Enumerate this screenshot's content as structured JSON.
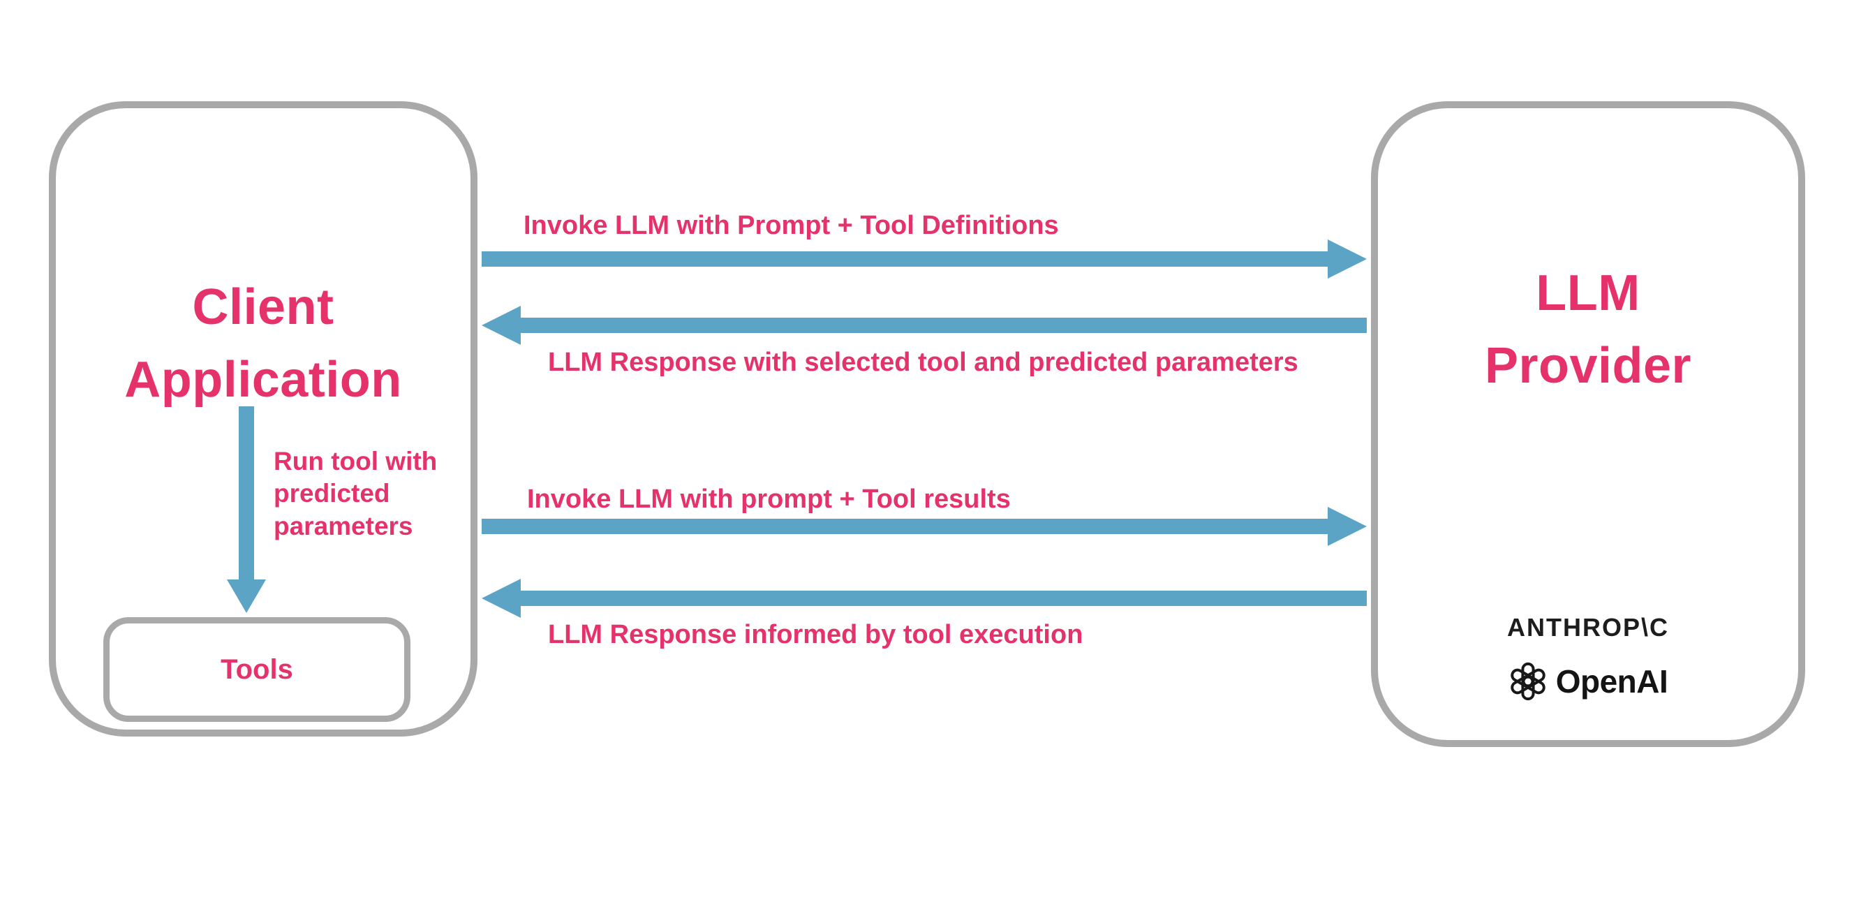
{
  "diagram": {
    "client_box": {
      "title": "Client\nApplication"
    },
    "tools_box": {
      "label": "Tools"
    },
    "provider_box": {
      "title": "LLM\nProvider",
      "anthropic_wordmark": "ANTHROP\\C",
      "openai_wordmark": "OpenAI"
    },
    "run_tool_label": "Run tool with\npredicted\nparameters",
    "arrows": [
      {
        "label": "Invoke LLM with Prompt + Tool Definitions",
        "direction": "right"
      },
      {
        "label": "LLM Response with selected tool and predicted parameters",
        "direction": "left"
      },
      {
        "label": "Invoke LLM with prompt + Tool results",
        "direction": "right"
      },
      {
        "label": "LLM Response informed by tool execution",
        "direction": "left"
      }
    ]
  },
  "colors": {
    "accent_pink": "#e6326b",
    "arrow_blue": "#5ba4c5",
    "border_gray": "#a9a9a9",
    "text_black": "#1d1d1d",
    "background": "#ffffff"
  }
}
